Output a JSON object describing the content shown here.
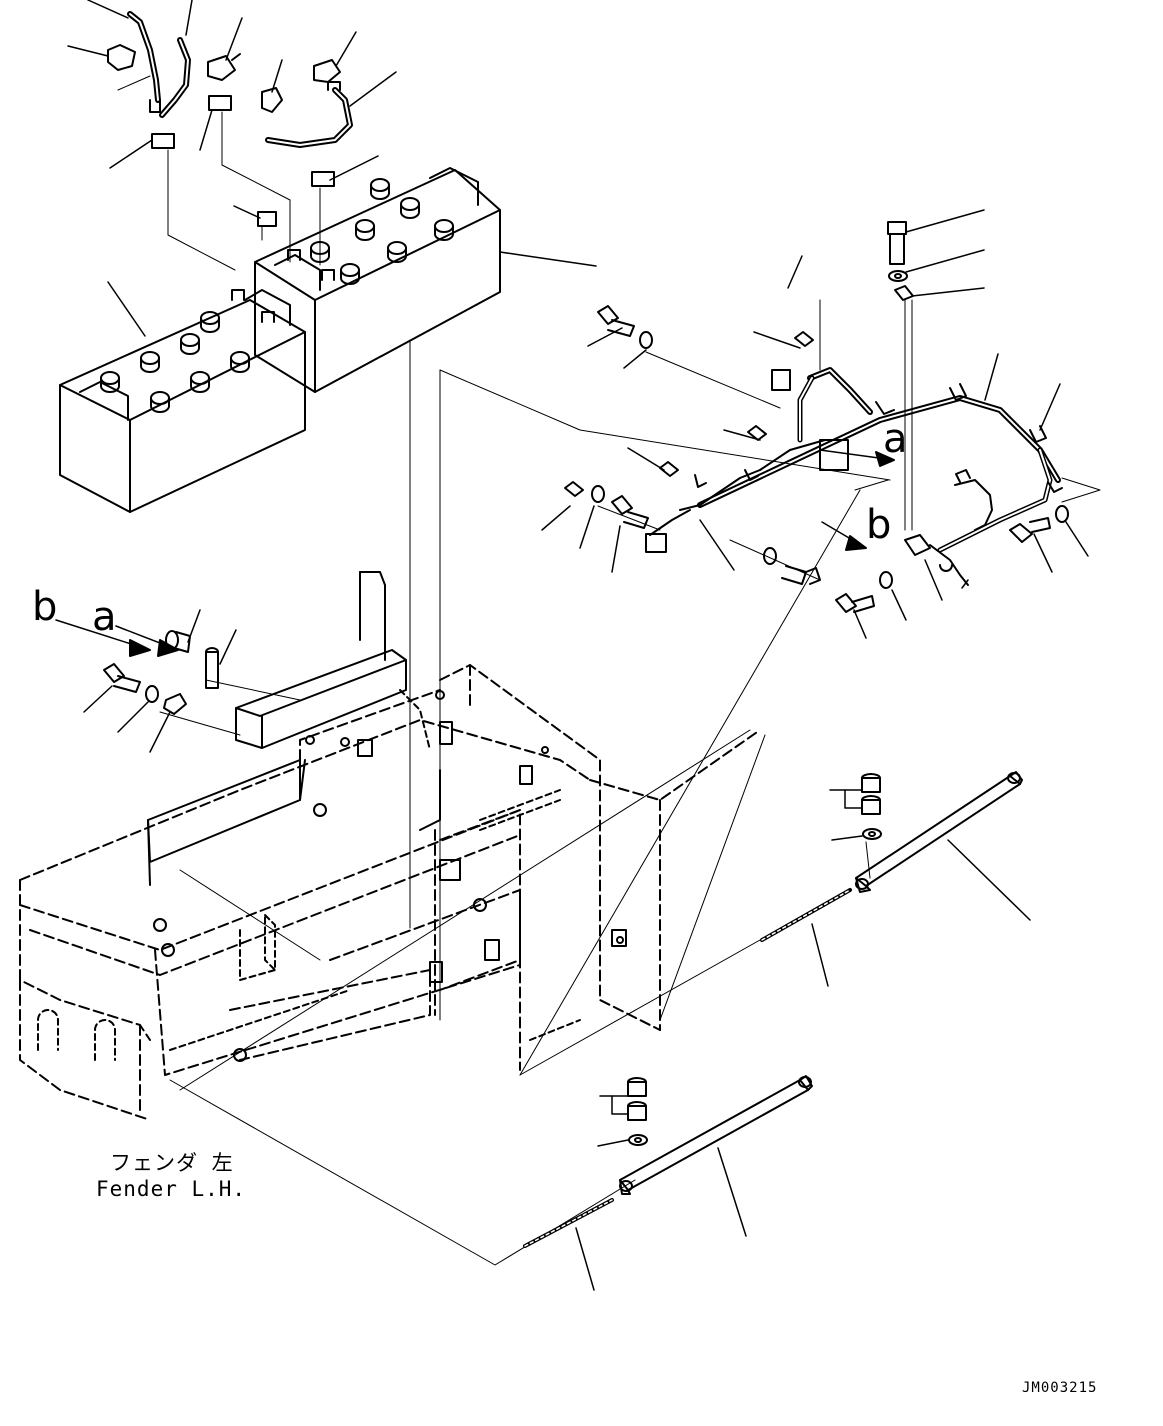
{
  "view_labels": {
    "a_upper": "a",
    "b_upper": "b",
    "a_left": "a",
    "b_left": "b"
  },
  "caption": {
    "japanese": "フェンダ 左",
    "english": "Fender L.H."
  },
  "drawing_code": "JM003215",
  "colors": {
    "line": "#000000",
    "background": "#ffffff"
  }
}
